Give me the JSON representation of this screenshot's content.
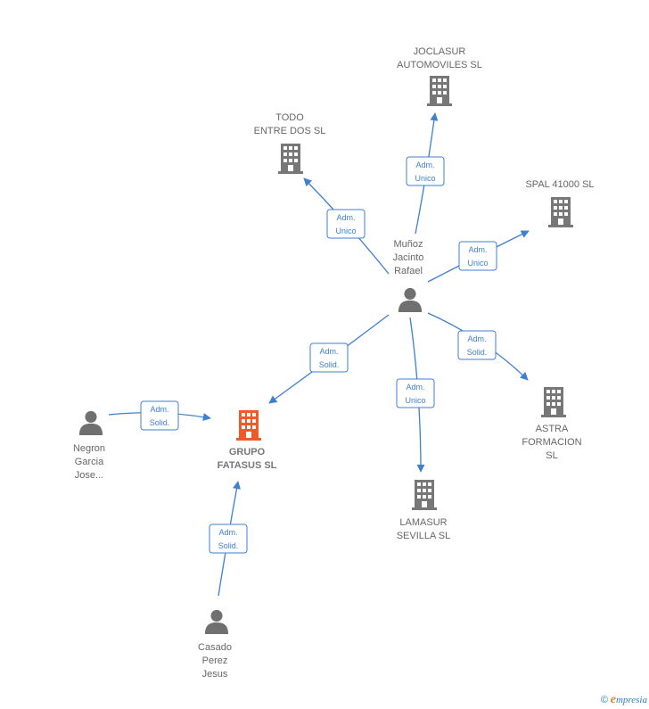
{
  "nodes": {
    "joclasur": {
      "type": "company",
      "lines": [
        "JOCLASUR",
        "AUTOMOVILES SL"
      ]
    },
    "todo": {
      "type": "company",
      "lines": [
        "TODO",
        "ENTRE DOS SL"
      ]
    },
    "spal": {
      "type": "company",
      "lines": [
        "SPAL 41000  SL"
      ]
    },
    "munoz": {
      "type": "person",
      "lines": [
        "Muñoz",
        "Jacinto",
        "Rafael"
      ]
    },
    "grupo": {
      "type": "company-main",
      "lines": [
        "GRUPO",
        "FATASUS  SL"
      ]
    },
    "negron": {
      "type": "person",
      "lines": [
        "Negron",
        "Garcia",
        "Jose..."
      ]
    },
    "astra": {
      "type": "company",
      "lines": [
        "ASTRA",
        "FORMACION",
        "SL"
      ]
    },
    "lamasur": {
      "type": "company",
      "lines": [
        "LAMASUR",
        "SEVILLA SL"
      ]
    },
    "casado": {
      "type": "person",
      "lines": [
        "Casado",
        "Perez",
        "Jesus"
      ]
    }
  },
  "relations": [
    {
      "id": "munoz-joclasur",
      "lines": [
        "Adm.",
        "Unico"
      ]
    },
    {
      "id": "munoz-todo",
      "lines": [
        "Adm.",
        "Unico"
      ]
    },
    {
      "id": "munoz-spal",
      "lines": [
        "Adm.",
        "Unico"
      ]
    },
    {
      "id": "munoz-grupo",
      "lines": [
        "Adm.",
        "Solid."
      ]
    },
    {
      "id": "munoz-astra",
      "lines": [
        "Adm.",
        "Solid."
      ]
    },
    {
      "id": "munoz-lamasur",
      "lines": [
        "Adm.",
        "Unico"
      ]
    },
    {
      "id": "negron-grupo",
      "lines": [
        "Adm.",
        "Solid."
      ]
    },
    {
      "id": "casado-grupo",
      "lines": [
        "Adm.",
        "Solid."
      ]
    }
  ],
  "colors": {
    "edge": "#3f7fd0",
    "company": "#777777",
    "main_company": "#f05a28",
    "person": "#707070"
  },
  "footer": {
    "copyright": "©",
    "brand_initial": "e",
    "brand_rest": "mpresia"
  }
}
